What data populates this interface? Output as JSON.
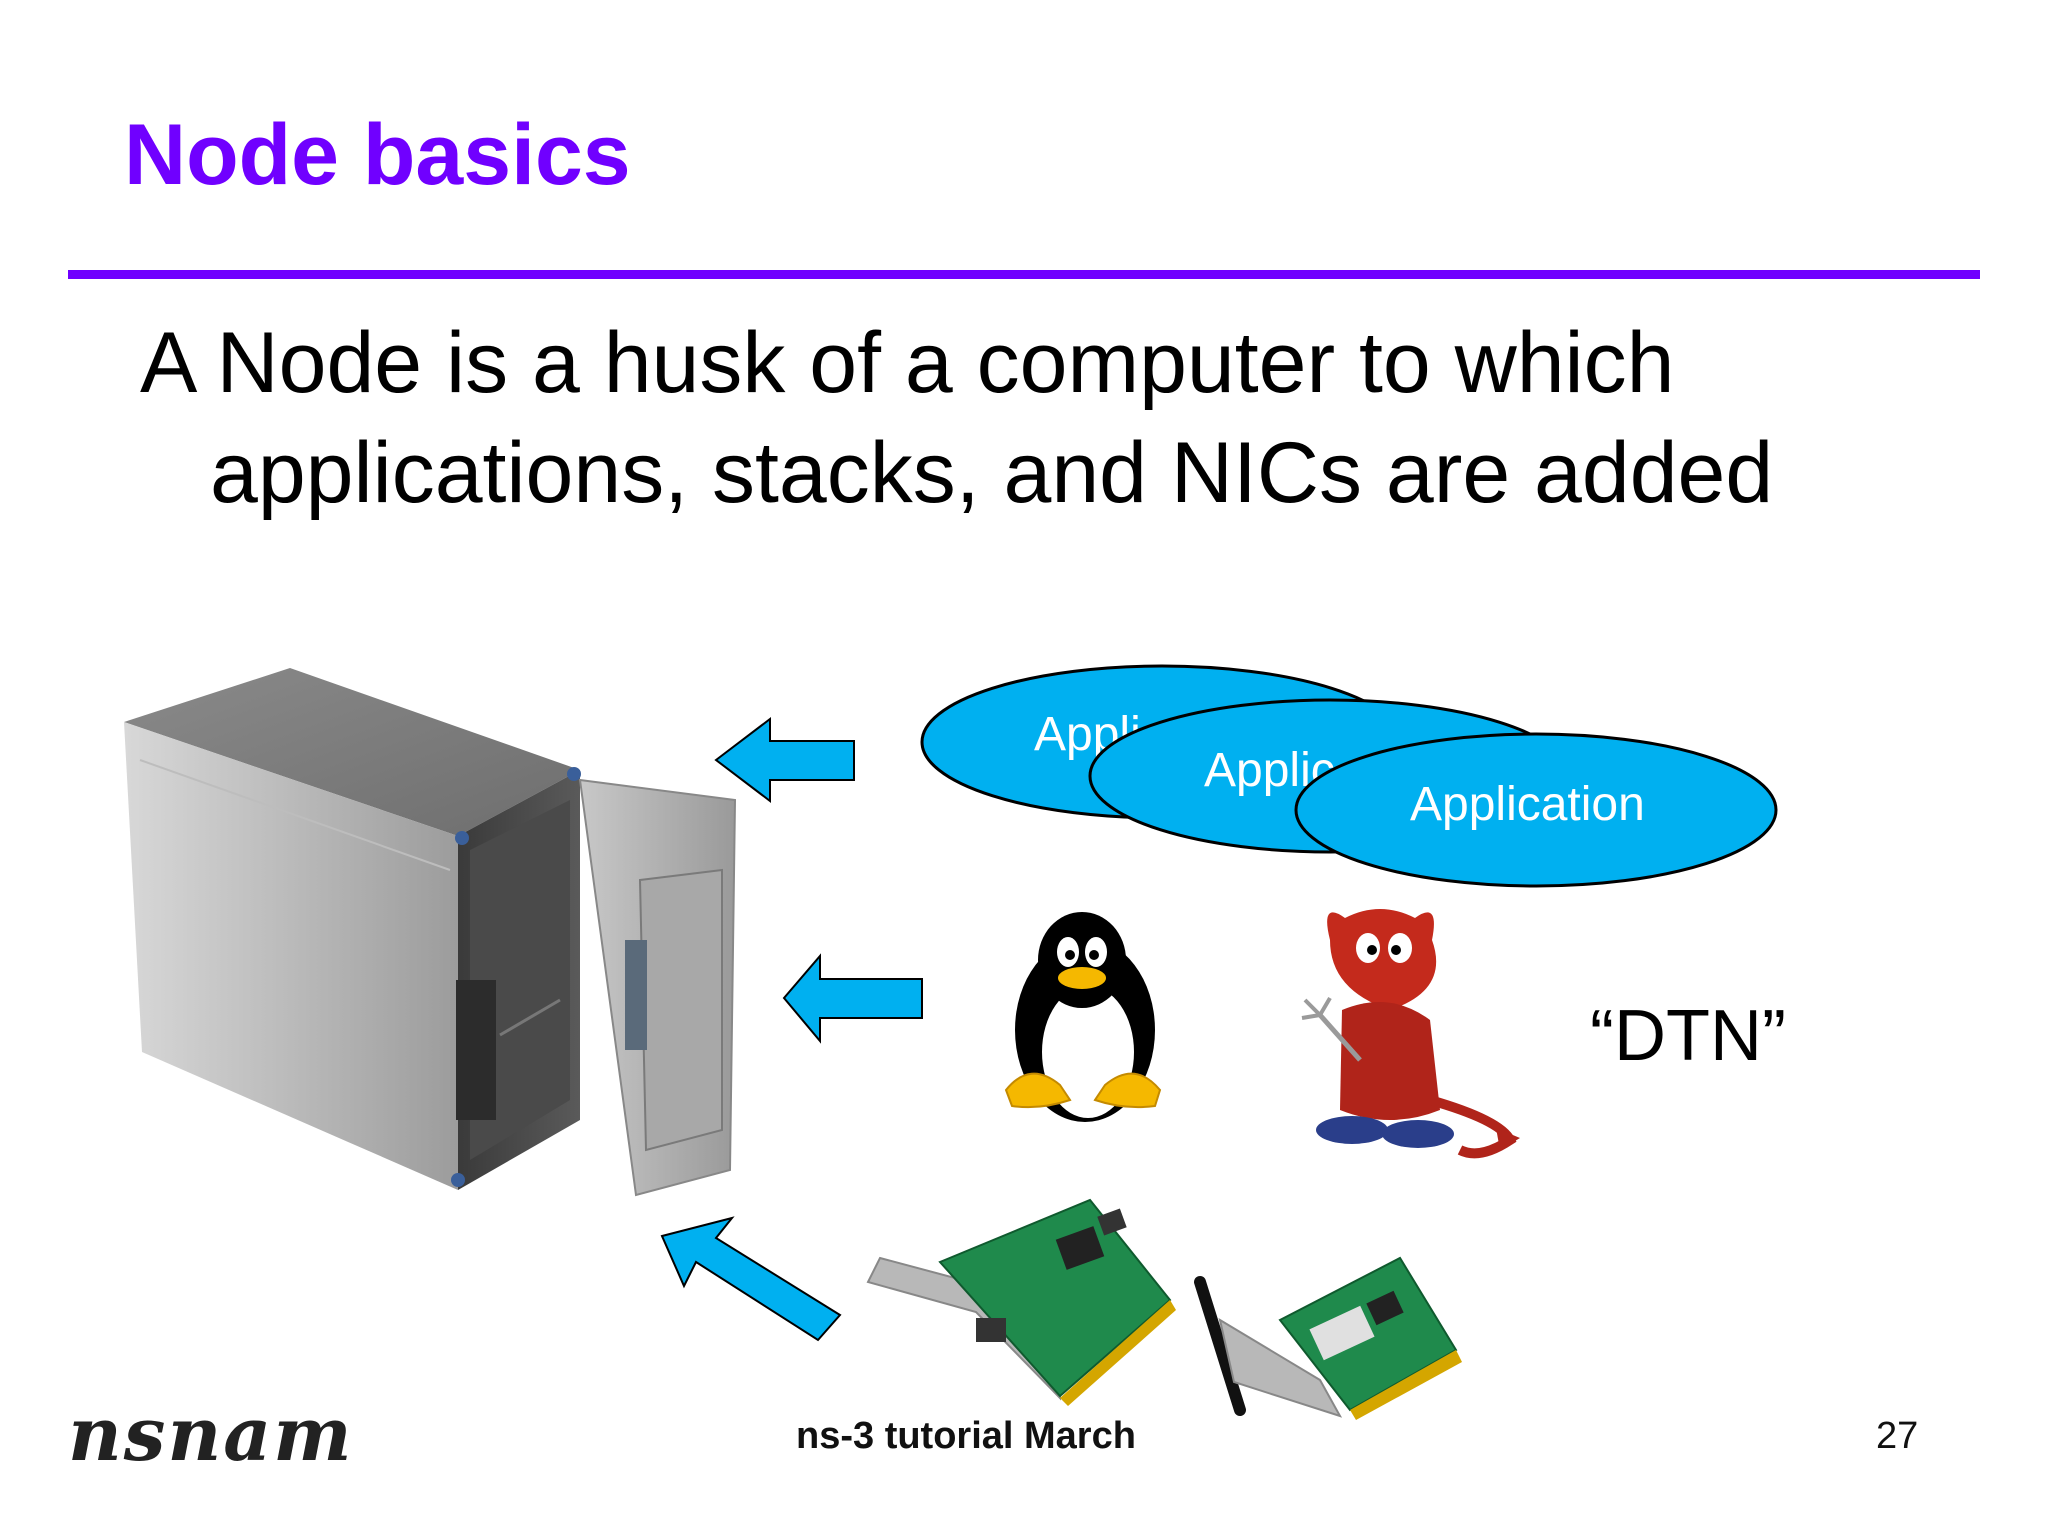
{
  "slide": {
    "title": "Node basics",
    "body_line1": "A Node is a husk of a computer to which",
    "body_line2": "applications, stacks, and NICs are added",
    "applications": [
      "Appli",
      "Applic",
      "Application"
    ],
    "dtn_label": "“DTN”",
    "footer_logo": "nsnam",
    "footer_text": "ns-3 tutorial March",
    "page_number": "27"
  },
  "colors": {
    "accent": "#7000ff",
    "arrow_fill": "#00b0f0",
    "ellipse_fill": "#00b0f0"
  },
  "icons": [
    "computer-chassis-image",
    "linux-tux-icon",
    "bsd-daemon-icon",
    "ethernet-nic-image",
    "wireless-nic-image",
    "arrow-left-icon"
  ]
}
